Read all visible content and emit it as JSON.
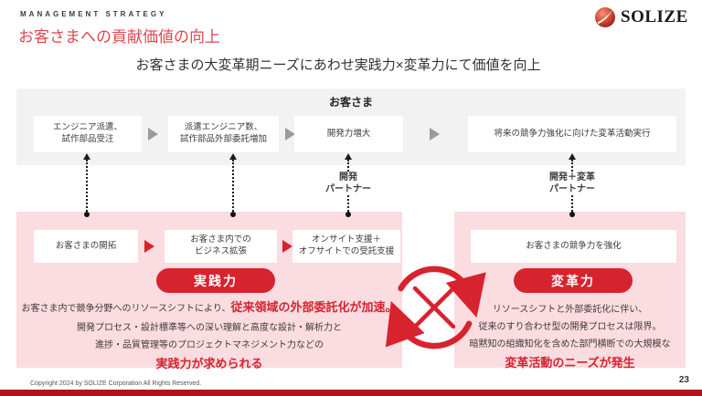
{
  "slide": {
    "eyebrow": "MANAGEMENT STRATEGY",
    "title": "お客さまへの貢献価値の向上",
    "subtitle": "お客さまの大変革期ニーズにあわせ実践力×変革力にて価値を向上",
    "logo": {
      "text": "SOLIZE"
    },
    "footer": {
      "copyright": "Copyright 2024 by SOLIZE Corporation All Rights Reserved.",
      "page_number": "23"
    }
  },
  "customer_band": {
    "title": "お客さま",
    "steps": [
      {
        "label": "エンジニア派遣、\n試作部品受注"
      },
      {
        "label": "派遣エンジニア数、\n試作部品外部委託増加"
      },
      {
        "label": "開発力増大"
      },
      {
        "label": "将来の競争力強化に向けた変革活動実行"
      }
    ]
  },
  "partner_labels": {
    "development": "開発\nパートナー",
    "development_change": "開発＋変革\nパートナー"
  },
  "practice_panel": {
    "steps": [
      {
        "label": "お客さまの開拓"
      },
      {
        "label": "お客さま内での\nビジネス拡張"
      },
      {
        "label": "オンサイト支援＋\nオフサイトでの受託支援"
      }
    ],
    "badge": "実践力",
    "description": {
      "line1_plain": "お客さま内で競争分野へのリソースシフトにより、",
      "line1_emphasis": "従来領域の外部委託化が加速。",
      "line2": "開発プロセス・設計標準等への深い理解と高度な設計・解析力と",
      "line3": "進捗・品質管理等のプロジェクトマネジメント力などの",
      "line4_emphasis": "実践力が求められる"
    }
  },
  "change_panel": {
    "steps": [
      {
        "label": "お客さまの競争力を強化"
      }
    ],
    "badge": "変革力",
    "description": {
      "line1": "リソースシフトと外部委託化に伴い、",
      "line2": "従来のすり合わせ型の開発プロセスは限界。",
      "line3": "暗黙知の組織知化を含めた部門横断での大規模な",
      "line4_emphasis": "変革活動のニーズが発生"
    }
  },
  "icons": {
    "logo_mark": "solize-sphere-icon",
    "flow_arrow": "right-triangle-arrow-icon",
    "connector": "dotted-up-arrow-icon",
    "center": "cycle-multiply-icon"
  },
  "colors": {
    "accent_red": "#d7232e",
    "title_red": "#e0474e",
    "customer_band_bg": "#f2f2f2",
    "panel_pink_bg": "#fbdce0",
    "footer_bar_red": "#b2131a",
    "text_dark": "#3f3a39",
    "arrow_gray": "#9b9b9b"
  }
}
